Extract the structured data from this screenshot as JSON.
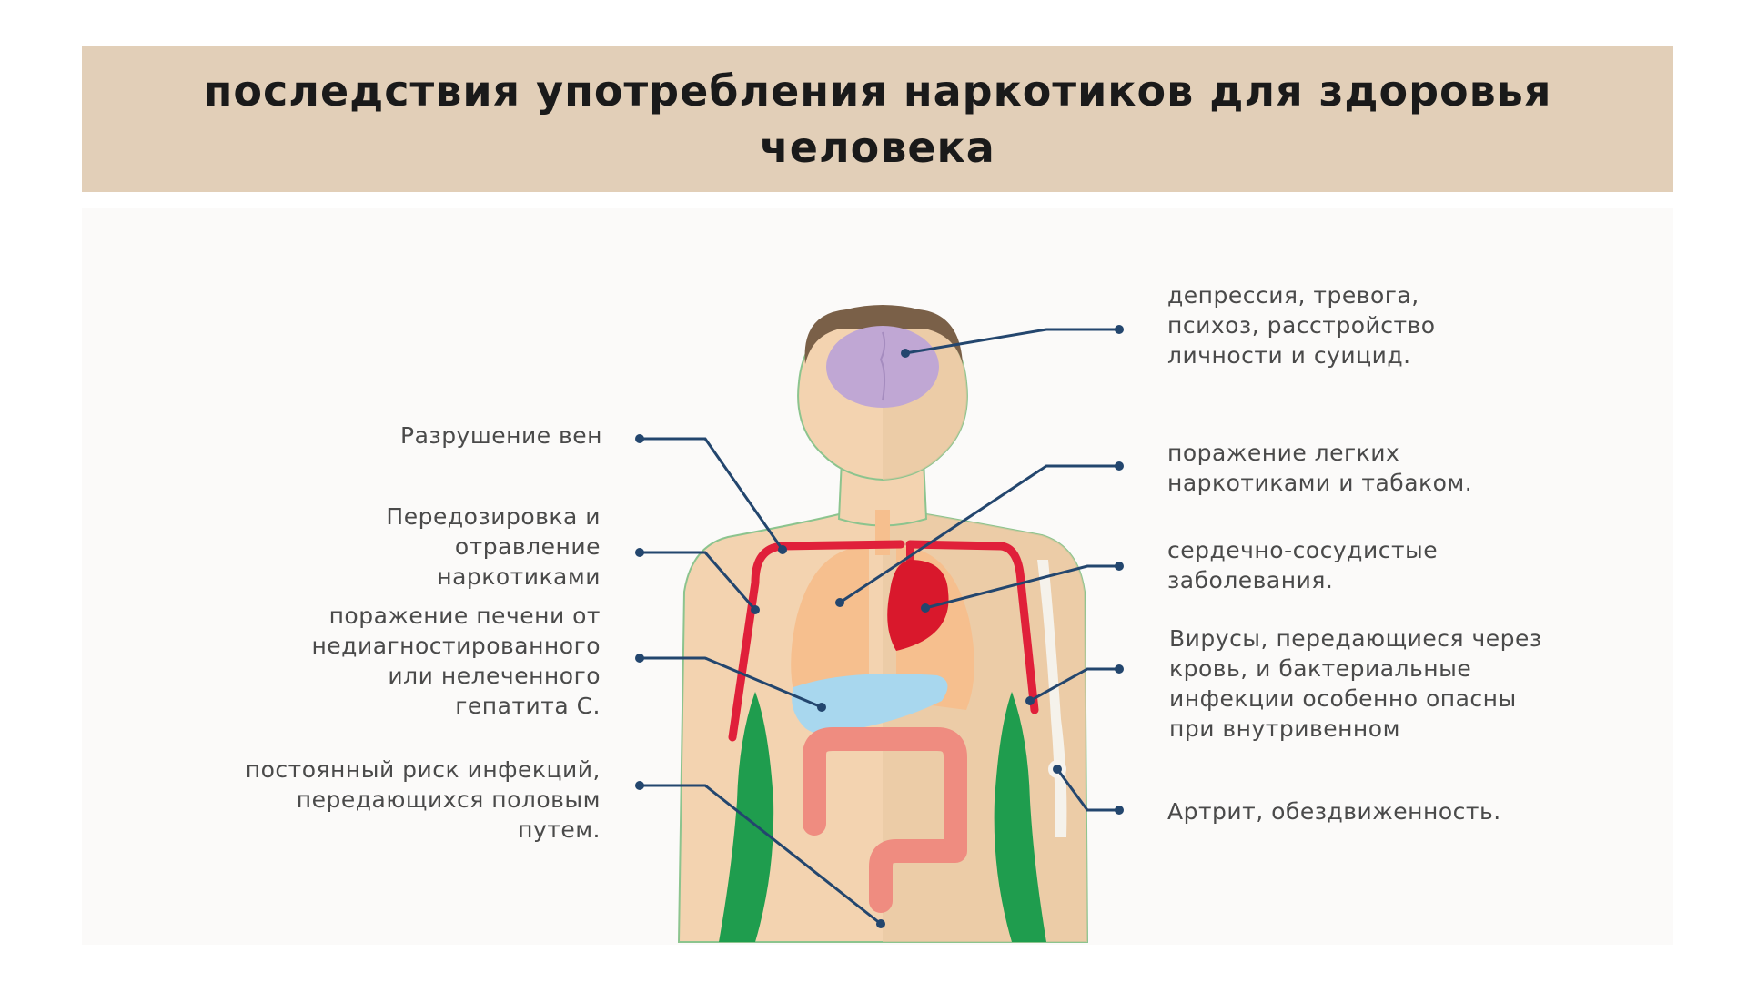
{
  "title": "последствия употребления наркотиков для здоровья человека",
  "left_labels": [
    {
      "id": "veins",
      "text": "Разрушение вен"
    },
    {
      "id": "overdose",
      "text": "Передозировка и\nотравление\nнаркотиками"
    },
    {
      "id": "liver",
      "text": "поражение печени от\nнедиагностированного\nили нелеченного\nгепатита С."
    },
    {
      "id": "std",
      "text": "постоянный риск инфекций,\nпередающихся половым\nпутем."
    }
  ],
  "right_labels": [
    {
      "id": "brain",
      "text": "депрессия, тревога,\nпсихоз, расстройство\nличности и суицид."
    },
    {
      "id": "lungs",
      "text": "поражение легких\nнаркотиками и табаком."
    },
    {
      "id": "heart",
      "text": "сердечно-сосудистые\nзаболевания."
    },
    {
      "id": "viruses",
      "text": "Вирусы, передающиеся через\nкровь, и бактериальные\nинфекции особенно опасны\nпри внутривенном"
    },
    {
      "id": "joints",
      "text": "Артрит, обездвиженность."
    }
  ],
  "colors": {
    "banner": "#e2cfb8",
    "skin": "#f3d3b0",
    "skin_shade": "#e8c9a4",
    "hair": "#7a6048",
    "brain": "#c0a7d4",
    "vessels": "#e0203a",
    "heart": "#d9182c",
    "lungs": "#f6bf8e",
    "liver": "#a8d7ee",
    "intestine": "#ef8c80",
    "muscle": "#1f9d4e",
    "bone": "#f3f1ee",
    "leader_line": "#23466e"
  }
}
